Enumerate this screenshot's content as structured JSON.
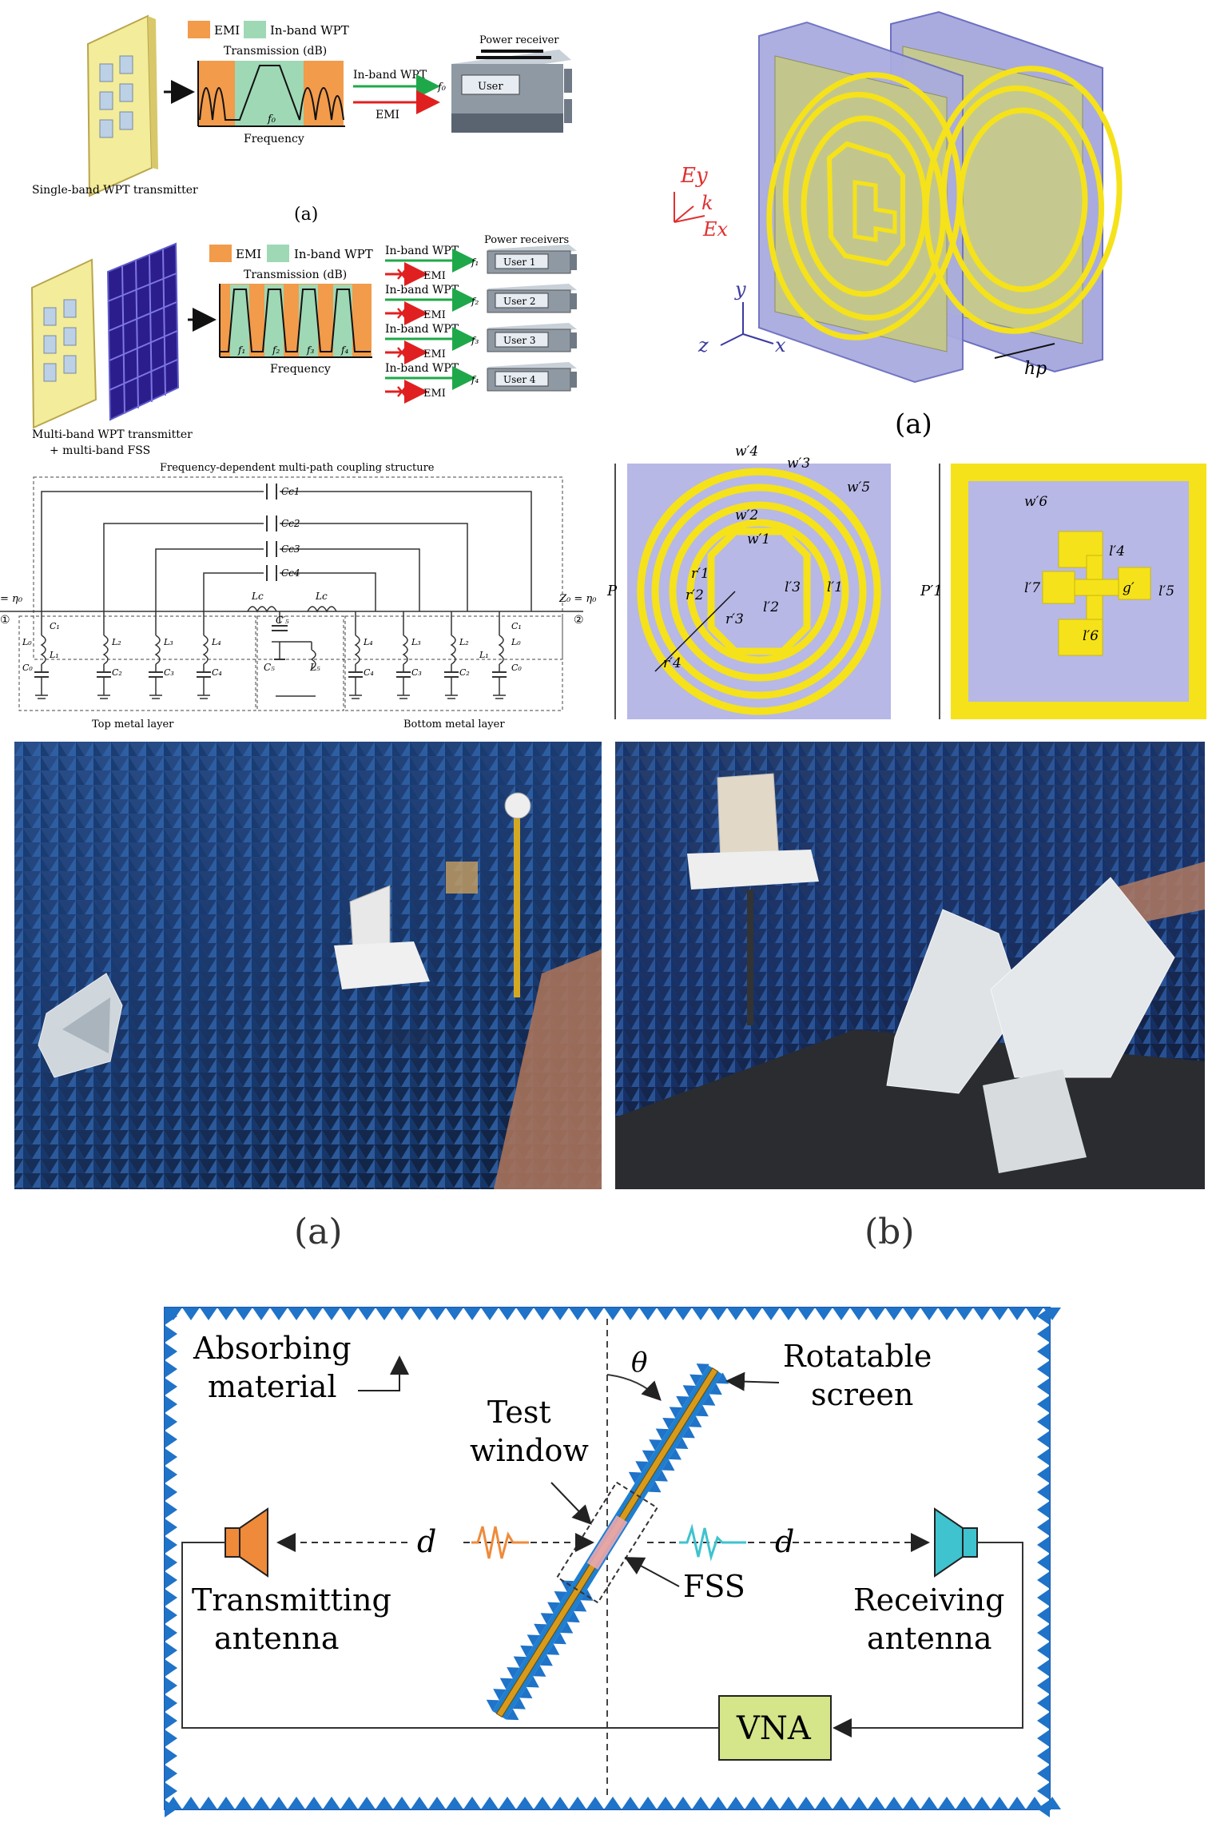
{
  "fig1": {
    "legend_emi": "EMI",
    "legend_inband": "In-band WPT",
    "transmission": "Transmission (dB)",
    "frequency": "Frequency",
    "f0": "f₀",
    "power_receiver": "Power receiver",
    "user": "User",
    "inband_wpt": "In-band WPT",
    "emi": "EMI",
    "single_caption": "Single-band WPT transmitter",
    "sub_a": "(a)",
    "power_receivers": "Power receivers",
    "users": [
      "User 1",
      "User 2",
      "User 3",
      "User 4"
    ],
    "freqs": [
      "f₁",
      "f₂",
      "f₃",
      "f₄"
    ],
    "multi_caption_1": "Multi-band WPT transmitter",
    "multi_caption_2": "+ multi-band FSS"
  },
  "fig2": {
    "ey": "Ey",
    "k": "k",
    "ex": "Ex",
    "y": "y",
    "z": "z",
    "x": "x",
    "hp": "hp",
    "sub_a": "(a)"
  },
  "fig3": {
    "title": "Frequency-dependent multi-path coupling structure",
    "cc": [
      "Cc1",
      "Cc2",
      "Cc3",
      "Cc4"
    ],
    "lc": "Lc",
    "z0": "Z₀ = η₀",
    "z0_left": "= η₀",
    "port1": "①",
    "port2": "②",
    "comps_left": [
      "C₁",
      "L₀",
      "C₀",
      "L₁",
      "L₂",
      "C₂",
      "L₃",
      "C₃",
      "L₄",
      "C₄"
    ],
    "comps_mid": [
      "C′₅",
      "C₅",
      "L₅"
    ],
    "top_layer": "Top metal layer",
    "bottom_layer": "Bottom metal layer"
  },
  "fig4": {
    "w4": "w′4",
    "w3": "w′3",
    "w5": "w′5",
    "w2": "w′2",
    "w1": "w′1",
    "r1": "r′1",
    "r2": "r′2",
    "r3": "r′3",
    "r4": "r′4",
    "l1": "l′1",
    "l2": "l′2",
    "l3": "l′3",
    "P": "P",
    "w6": "w′6",
    "l4": "l′4",
    "l5": "l′5",
    "l6": "l′6",
    "l7": "l′7",
    "g": "g′",
    "P1": "P′1"
  },
  "fig5": {
    "sub_a": "(a)",
    "sub_b": "(b)"
  },
  "fig6": {
    "absorbing_1": "Absorbing",
    "absorbing_2": "material",
    "theta": "θ",
    "rotatable_1": "Rotatable",
    "rotatable_2": "screen",
    "test_1": "Test",
    "test_2": "window",
    "d": "d",
    "fss": "FSS",
    "tx_1": "Transmitting",
    "tx_2": "antenna",
    "rx_1": "Receiving",
    "rx_2": "antenna",
    "vna": "VNA"
  },
  "colors": {
    "emi_orange": "#f29b4b",
    "wpt_green": "#9fd8b5",
    "fss_yellow": "#f5e21a",
    "substrate": "#b7b8e6",
    "absorber_blue": "#1f4e9a",
    "tx_orange": "#ef8a3a",
    "rx_cyan": "#3ec3cf",
    "vna_green": "#d5e58a"
  }
}
